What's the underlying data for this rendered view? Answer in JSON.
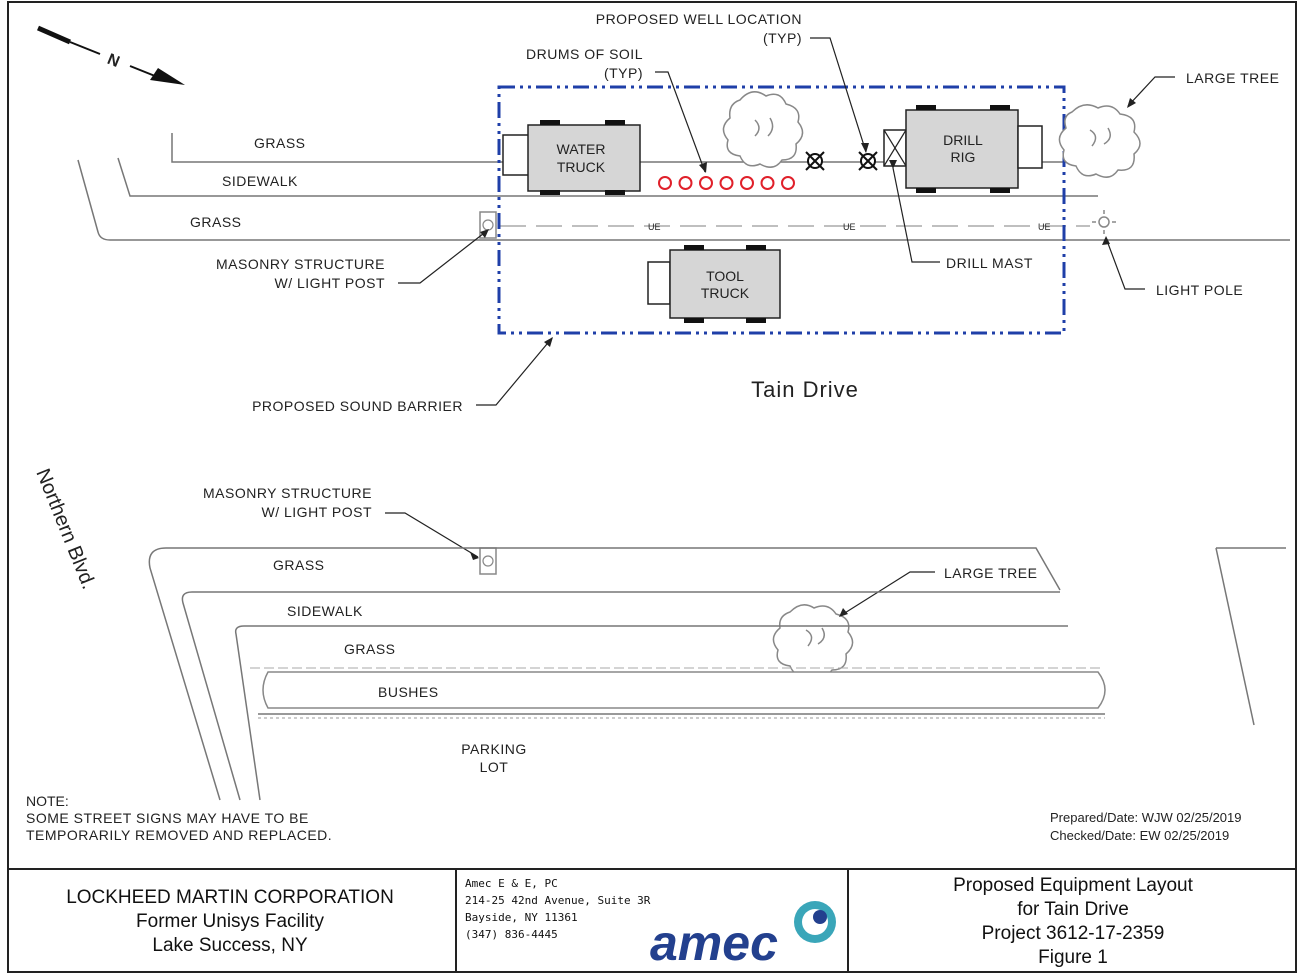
{
  "north_arrow": {
    "label": "N"
  },
  "labels": {
    "proposed_well_location": "PROPOSED WELL LOCATION",
    "proposed_well_location_typ": "(TYP)",
    "drums_of_soil": "DRUMS OF SOIL",
    "drums_of_soil_typ": "(TYP)",
    "large_tree_top": "LARGE TREE",
    "grass_1": "GRASS",
    "sidewalk_1": "SIDEWALK",
    "grass_2": "GRASS",
    "masonry_1_line1": "MASONRY STRUCTURE",
    "masonry_1_line2": "W/ LIGHT POST",
    "drill_mast": "DRILL MAST",
    "light_pole": "LIGHT POLE",
    "proposed_sound_barrier": "PROPOSED SOUND BARRIER",
    "street_tain": "Tain Drive",
    "street_northern": "Northern Blvd.",
    "masonry_2_line1": "MASONRY STRUCTURE",
    "masonry_2_line2": "W/ LIGHT POST",
    "grass_3": "GRASS",
    "sidewalk_2": "SIDEWALK",
    "grass_4": "GRASS",
    "large_tree_bottom": "LARGE TREE",
    "bushes": "BUSHES",
    "parking_line1": "PARKING",
    "parking_line2": "LOT",
    "ue": "UE"
  },
  "vehicles": {
    "water_truck": [
      "WATER",
      "TRUCK"
    ],
    "drill_rig": [
      "DRILL",
      "RIG"
    ],
    "tool_truck": [
      "TOOL",
      "TRUCK"
    ]
  },
  "drums_count": 7,
  "note": {
    "title": "NOTE:",
    "line1": "SOME STREET SIGNS MAY HAVE TO BE",
    "line2": "TEMPORARILY REMOVED AND REPLACED."
  },
  "prepared": "Prepared/Date: WJW 02/25/2019",
  "checked": "Checked/Date: EW 02/25/2019",
  "title_block": {
    "client": [
      "LOCKHEED MARTIN CORPORATION",
      "Former Unisys Facility",
      "Lake Success, NY"
    ],
    "firm": [
      "Amec E & E, PC",
      "214-25 42nd Avenue, Suite 3R",
      "Bayside, NY 11361",
      "(347) 836-4445"
    ],
    "logo": "amec",
    "figure": [
      "Proposed Equipment Layout",
      "for Tain Drive",
      "Project 3612-17-2359",
      "Figure 1"
    ]
  },
  "colors": {
    "barrier": "#1f3fa8",
    "drums": "#e0202a",
    "vehicle_fill": "#d6d6d6",
    "logo_blue": "#23408e",
    "logo_teal": "#3aa6b9"
  }
}
